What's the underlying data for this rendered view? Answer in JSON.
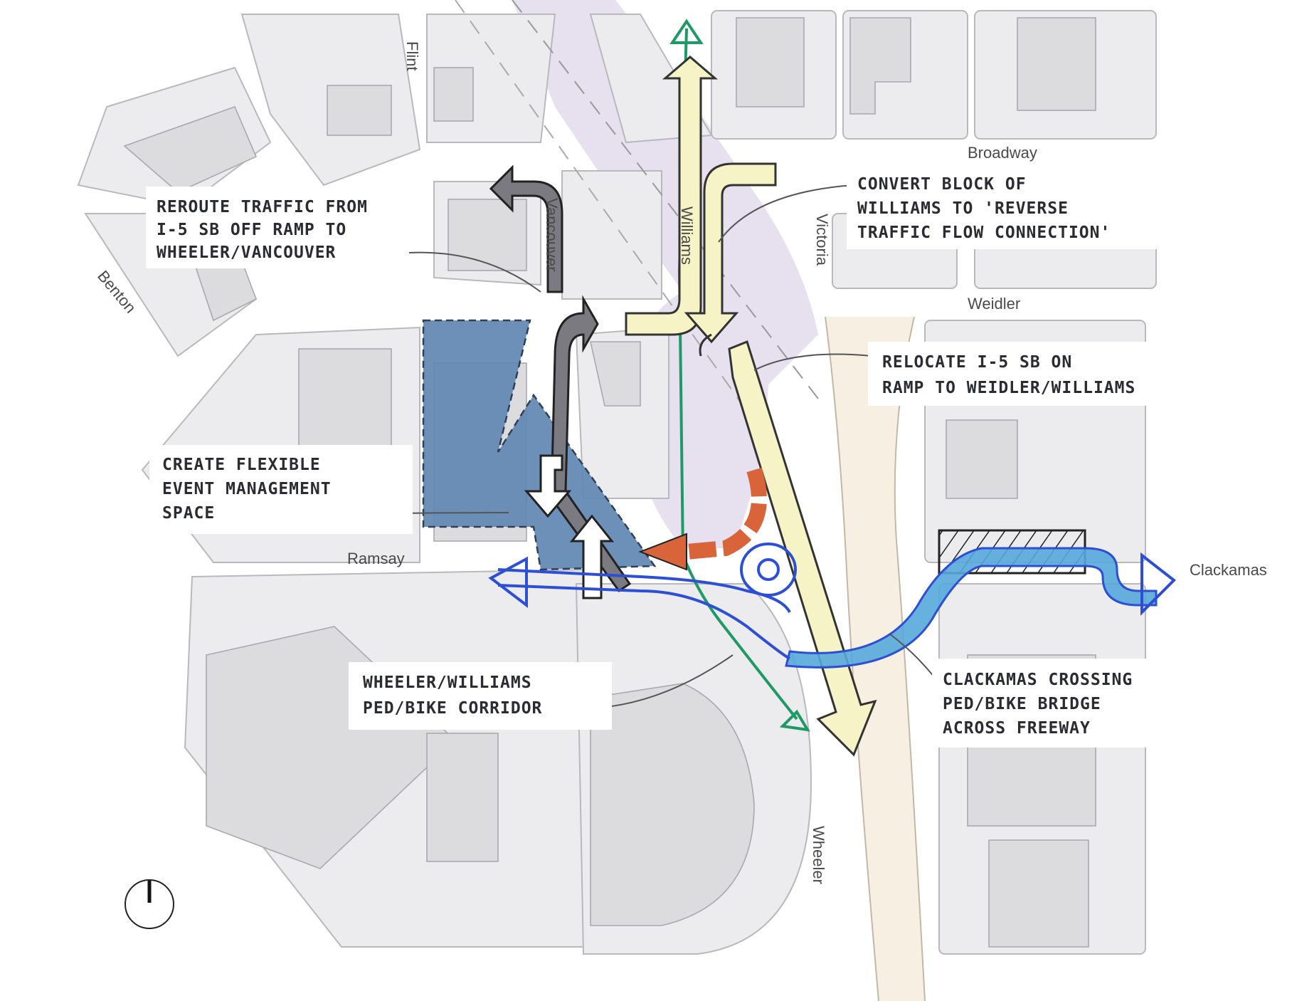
{
  "streets": {
    "flint": "Flint",
    "broadway": "Broadway",
    "vancouver": "Vancouver",
    "williams": "Williams",
    "victoria": "Victoria",
    "benton": "Benton",
    "weidler": "Weidler",
    "ramsay": "Ramsay",
    "clackamas": "Clackamas",
    "wheeler": "Wheeler"
  },
  "annotations": {
    "reroute": [
      "REROUTE TRAFFIC FROM",
      "I-5 SB OFF RAMP TO",
      "WHEELER/VANCOUVER"
    ],
    "convert": [
      "CONVERT BLOCK OF",
      "WILLIAMS TO 'REVERSE",
      "TRAFFIC FLOW CONNECTION'"
    ],
    "relocate": [
      "RELOCATE I-5 SB ON",
      "RAMP TO WEIDLER/WILLIAMS"
    ],
    "event": [
      "CREATE FLEXIBLE",
      "EVENT MANAGEMENT",
      "SPACE"
    ],
    "corridor": [
      "WHEELER/WILLIAMS",
      "PED/BIKE CORRIDOR"
    ],
    "crossing": [
      "CLACKAMAS CROSSING",
      "PED/BIKE BRIDGE",
      "ACROSS FREEWAY"
    ]
  },
  "colors": {
    "freeway": "#f7efe2",
    "overlay": "#e6e0ef",
    "event_space": "#5f87b2",
    "yellow_arrow": "#f6f4c7",
    "gray_arrow": "#7a7a80",
    "orange_arrow": "#d9643a",
    "green_path": "#1f9a66",
    "blue_path": "#2d4fd6",
    "bridge": "#56a8dc"
  },
  "icons": {
    "north_arrow": "north-arrow-icon"
  }
}
